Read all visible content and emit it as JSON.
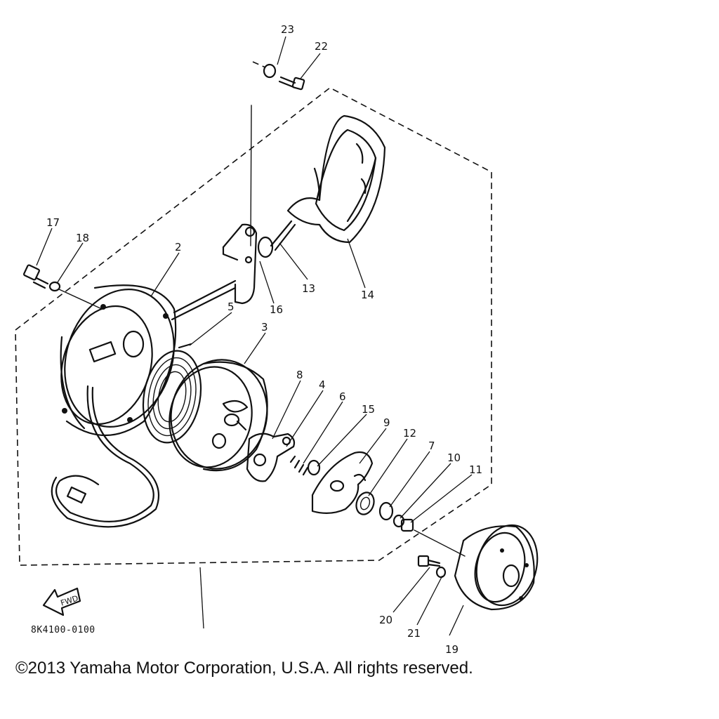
{
  "diagram": {
    "part_numbers": [
      "2",
      "3",
      "4",
      "5",
      "6",
      "7",
      "8",
      "9",
      "10",
      "11",
      "12",
      "13",
      "14",
      "15",
      "16",
      "17",
      "18",
      "19",
      "20",
      "21",
      "22",
      "23"
    ],
    "fwd_label": "FWD",
    "part_code": "8K4100-0100",
    "copyright": "©2013 Yamaha Motor Corporation, U.S.A. All rights reserved."
  }
}
